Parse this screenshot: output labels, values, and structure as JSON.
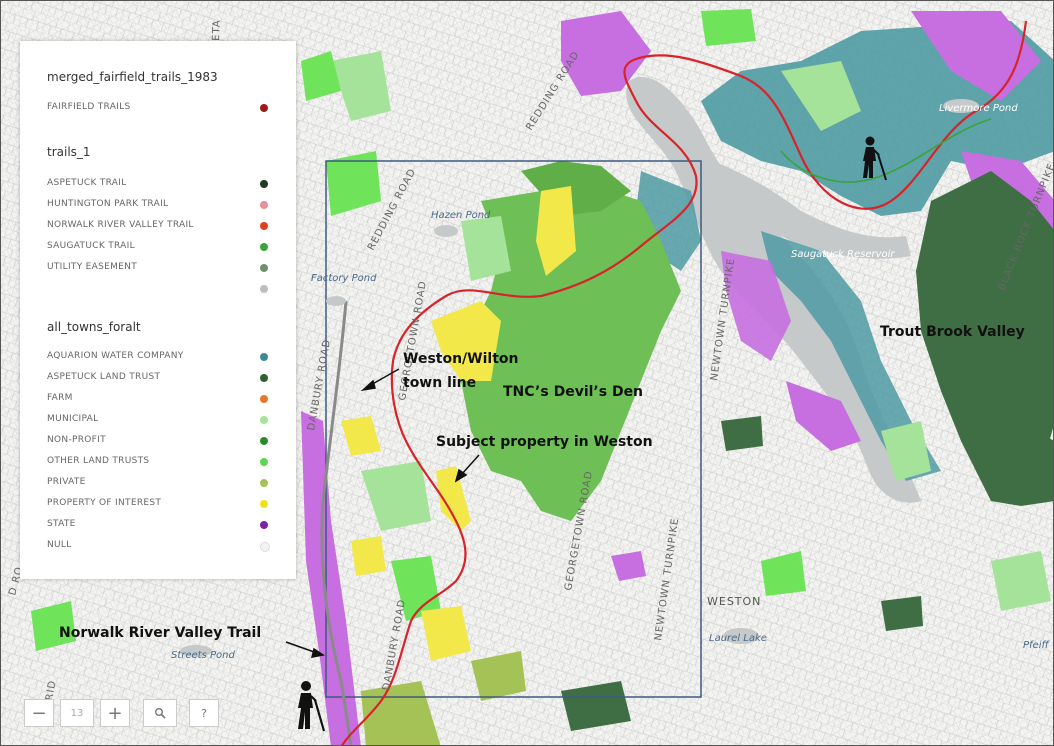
{
  "map": {
    "place_labels": {
      "hazen_pond": "Hazen Pond",
      "factory_pond": "Factory Pond",
      "saugatuck_reservoir": "Saugatuck Reservoir",
      "livermore_pond": "Livermore Pond",
      "streets_pond": "Streets Pond",
      "laurel_lake": "Laurel Lake",
      "weston": "WESTON",
      "pfeiff": "Pfeiff"
    },
    "road_labels": {
      "redding_road_1": "REDDING ROAD",
      "redding_road_2": "REDDING ROAD",
      "newtown_turnpike_1": "NEWTOWN TURNPIKE",
      "newtown_turnpike_2": "NEWTOWN TURNPIKE",
      "georgetown_road_1": "GEORGETOWN ROAD",
      "georgetown_road_2": "GEORGETOWN ROAD",
      "danbury_road_1": "DANBURY ROAD",
      "danbury_road_2": "DANBURY ROAD",
      "black_rock_turnpike": "BLACK ROCK TURNPIKE",
      "road_fragment_top": "ETA",
      "road_fragment_left": "RID",
      "road_fragment_left2": "D RO"
    },
    "annotations": {
      "trout_brook": "Trout Brook Valley",
      "weston_wilton_1": "Weston/Wilton",
      "weston_wilton_2": "town line",
      "devils_den": "TNC’s Devil’s Den",
      "subject_property": "Subject property in Weston",
      "norwalk_trail": "Norwalk River Valley Trail"
    }
  },
  "legend": {
    "group1": {
      "title": "merged_fairfield_trails_1983",
      "items": [
        {
          "label": "FAIRFIELD TRAILS",
          "color": "#9b1b1b"
        }
      ]
    },
    "group2": {
      "title": "trails_1",
      "items": [
        {
          "label": "ASPETUCK TRAIL",
          "color": "#1f3a1f"
        },
        {
          "label": "HUNTINGTON PARK TRAIL",
          "color": "#e88f98"
        },
        {
          "label": "NORWALK RIVER VALLEY TRAIL",
          "color": "#e0401e"
        },
        {
          "label": "SAUGATUCK TRAIL",
          "color": "#3aa33a"
        },
        {
          "label": "UTILITY EASEMENT",
          "color": "#6f8f6f"
        },
        {
          "label": "",
          "color": "#bdbdbd"
        }
      ]
    },
    "group3": {
      "title": "all_towns_foralt",
      "items": [
        {
          "label": "AQUARION WATER COMPANY",
          "color": "#3d8a93"
        },
        {
          "label": "ASPETUCK LAND TRUST",
          "color": "#2f5e2f"
        },
        {
          "label": "FARM",
          "color": "#e8762a"
        },
        {
          "label": "MUNICIPAL",
          "color": "#a6e39a"
        },
        {
          "label": "NON-PROFIT",
          "color": "#2b8a2b"
        },
        {
          "label": "OTHER LAND TRUSTS",
          "color": "#5fd64f"
        },
        {
          "label": "PRIVATE",
          "color": "#a5c257"
        },
        {
          "label": "PROPERTY OF INTEREST",
          "color": "#f1e21c"
        },
        {
          "label": "STATE",
          "color": "#7d1fa8"
        },
        {
          "label": "NULL",
          "color": "#f2f2f2"
        }
      ]
    }
  },
  "controls": {
    "zoom_out": "−",
    "zoom_level": "13",
    "zoom_in": "+",
    "search": "⚲",
    "help": "?"
  }
}
